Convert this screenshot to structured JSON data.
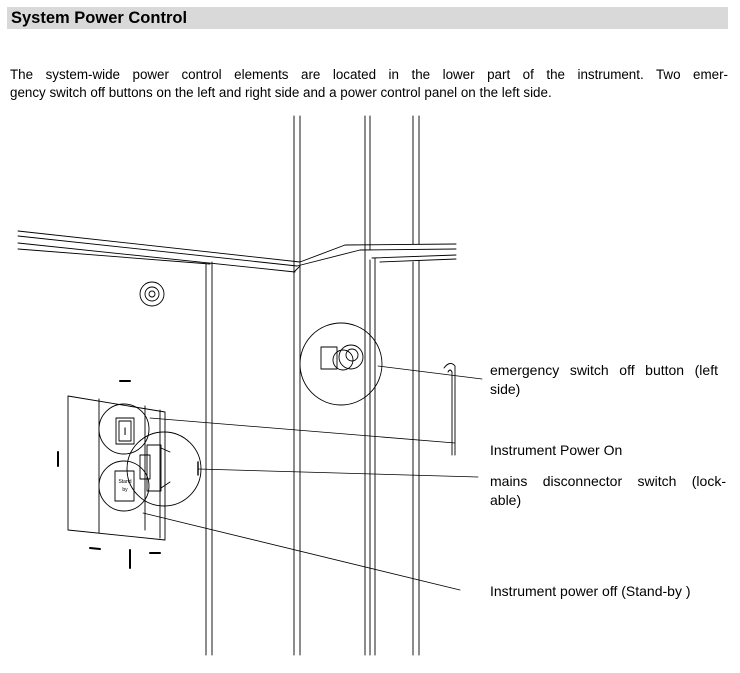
{
  "header": {
    "title": "System Power Control"
  },
  "intro": {
    "line1": "The system-wide power control elements are located in the lower part of the instrument. Two emer-",
    "line2": "gency switch off buttons on the left and right side and a power control panel on the left side."
  },
  "diagram": {
    "panel_labels": {
      "power_on_glyph": "I",
      "standby_glyph_1": "Stand",
      "standby_glyph_2": "by"
    },
    "callouts": {
      "emergency": {
        "line1": "emergency switch off button (left",
        "line2": "side)"
      },
      "power_on": {
        "line1": "Instrument Power On"
      },
      "mains": {
        "line1": "mains disconnector switch (lock-",
        "line2": "able)"
      },
      "power_off": {
        "line1": "Instrument power off (Stand-by )"
      }
    }
  }
}
